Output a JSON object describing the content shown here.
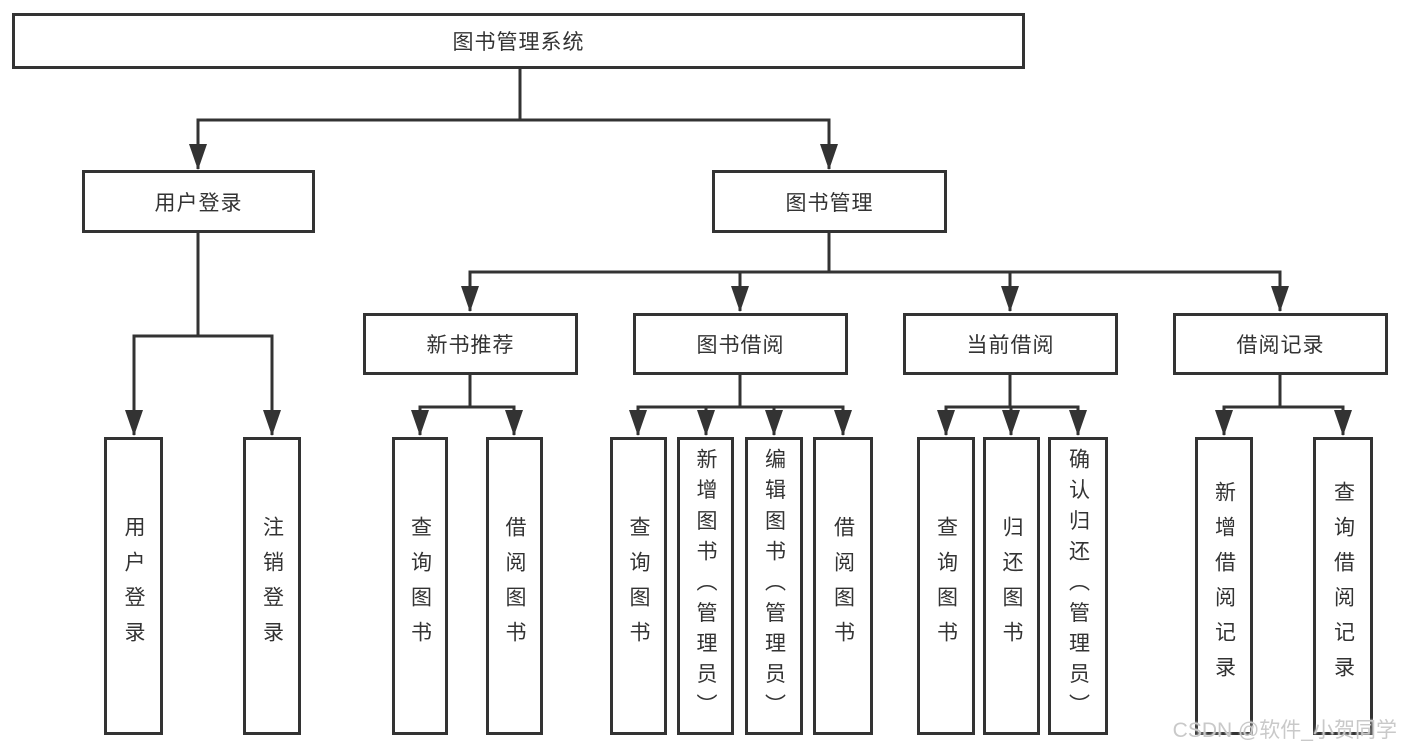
{
  "tree": {
    "label": "图书管理系统",
    "children": [
      {
        "label": "用户登录",
        "children": [
          {
            "label": "用户登录"
          },
          {
            "label": "注销登录"
          }
        ]
      },
      {
        "label": "图书管理",
        "children": [
          {
            "label": "新书推荐",
            "children": [
              {
                "label": "查询图书"
              },
              {
                "label": "借阅图书"
              }
            ]
          },
          {
            "label": "图书借阅",
            "children": [
              {
                "label": "查询图书"
              },
              {
                "label": "新增图书（管理员）"
              },
              {
                "label": "编辑图书（管理员）"
              },
              {
                "label": "借阅图书"
              }
            ]
          },
          {
            "label": "当前借阅",
            "children": [
              {
                "label": "查询图书"
              },
              {
                "label": "归还图书"
              },
              {
                "label": "确认归还（管理员）"
              }
            ]
          },
          {
            "label": "借阅记录",
            "children": [
              {
                "label": "新增借阅记录"
              },
              {
                "label": "查询借阅记录"
              }
            ]
          }
        ]
      }
    ]
  },
  "watermark": {
    "text": "CSDN @软件_小贺同学"
  },
  "colors": {
    "line": "#333333",
    "border": "#333333",
    "text": "#333333",
    "background": "#ffffff",
    "watermark": "#c9c9c9"
  }
}
